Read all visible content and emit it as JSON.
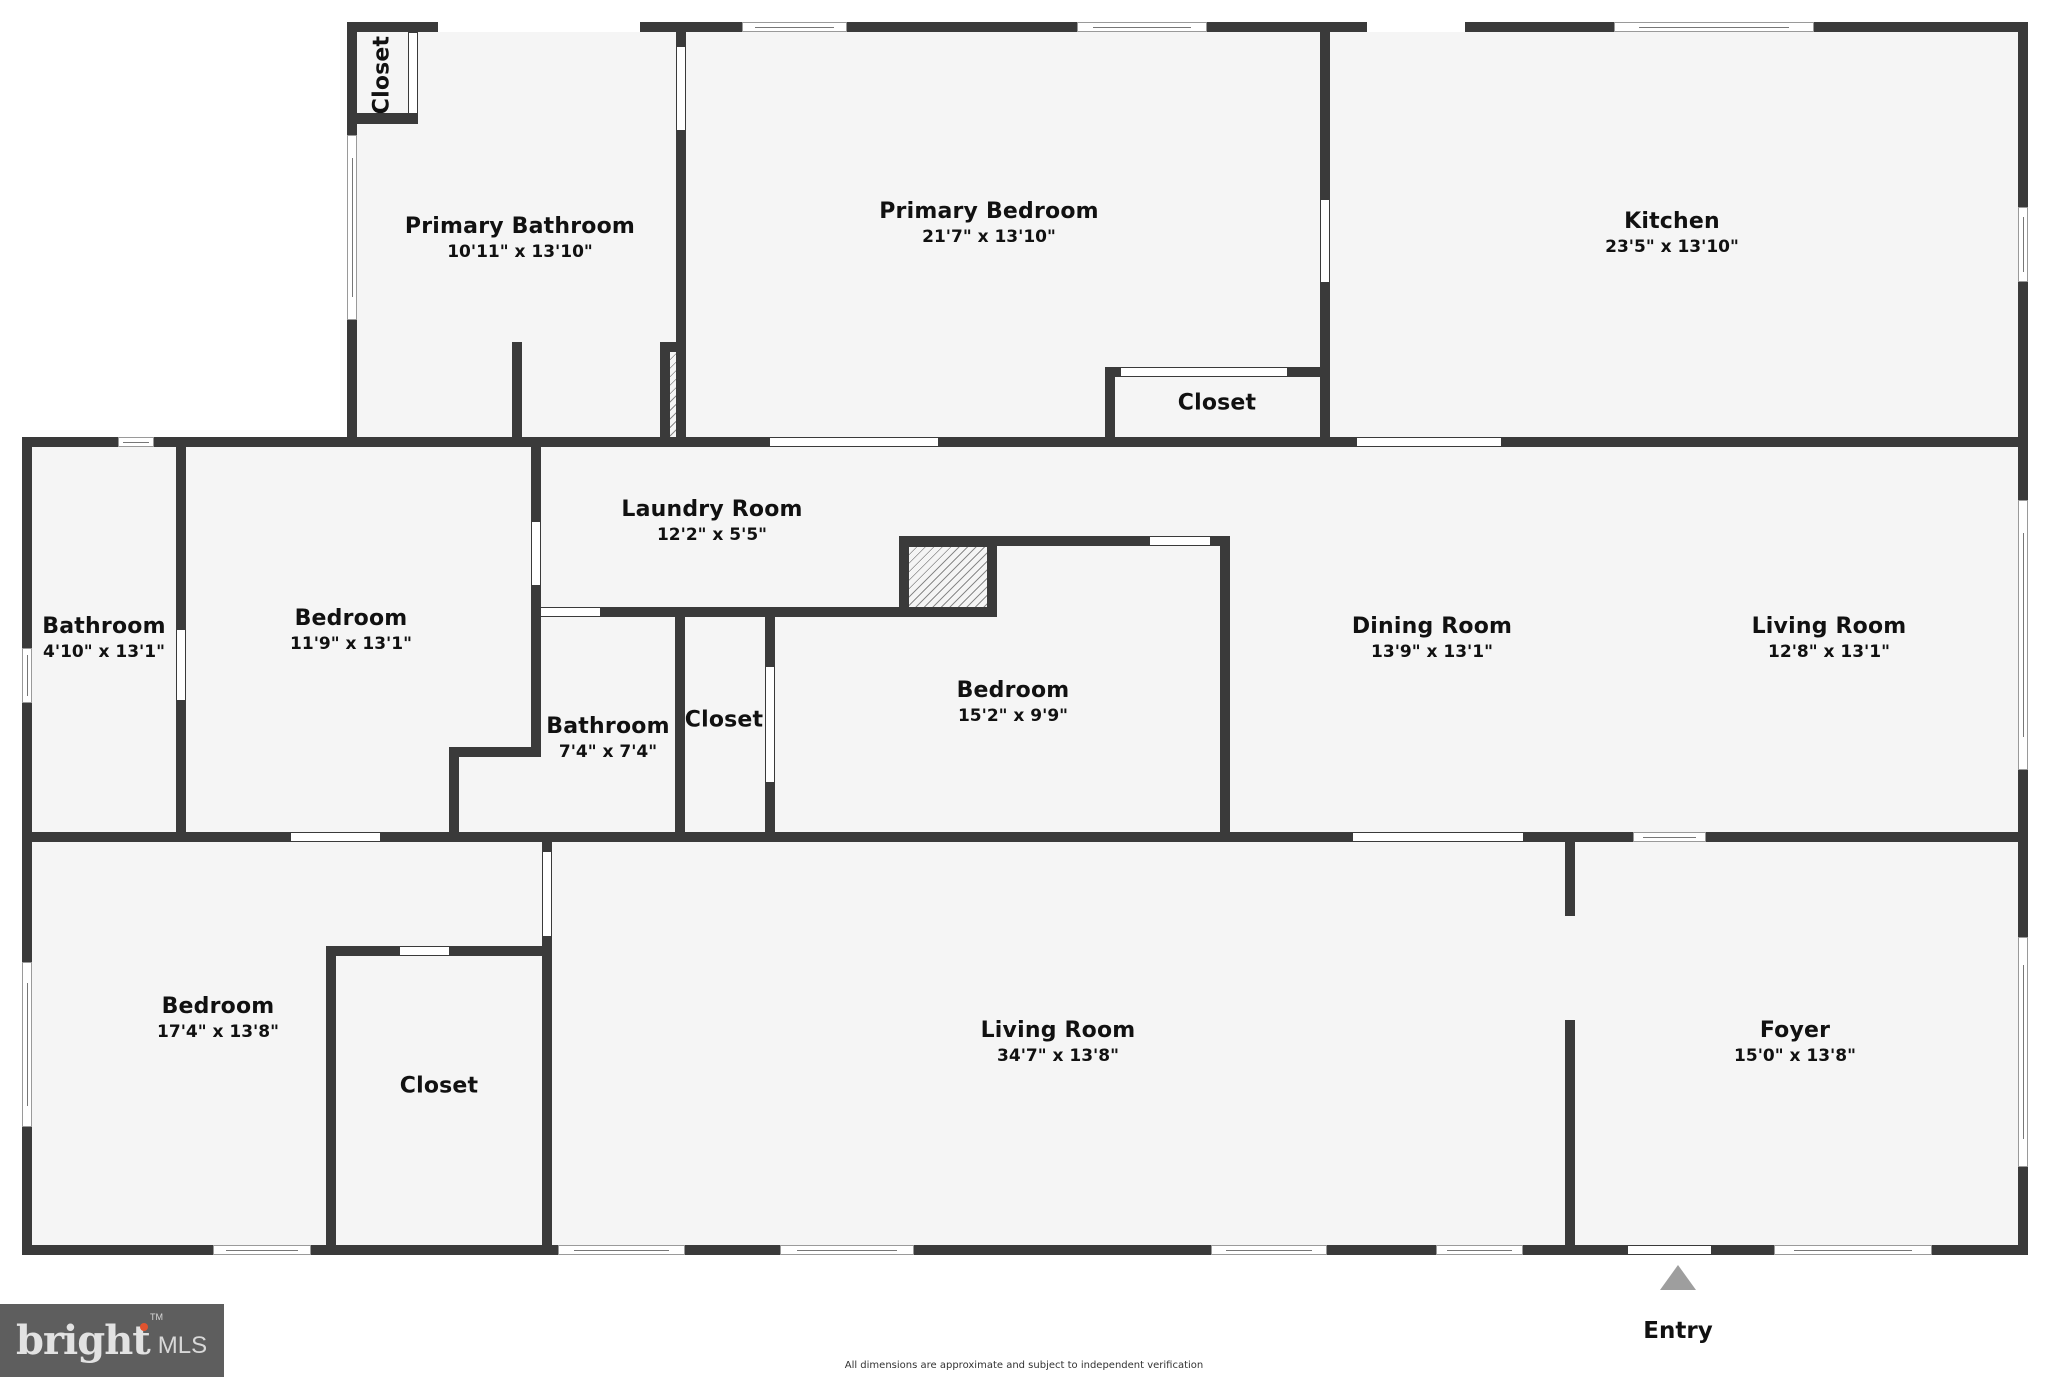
{
  "floorplan": {
    "rooms": [
      {
        "name": "Closet",
        "dims": "",
        "orientation": "vertical"
      },
      {
        "name": "Primary Bathroom",
        "dims": "10'11\" x 13'10\""
      },
      {
        "name": "Primary Bedroom",
        "dims": "21'7\" x 13'10\""
      },
      {
        "name": "Kitchen",
        "dims": "23'5\" x 13'10\""
      },
      {
        "name": "Closet",
        "dims": ""
      },
      {
        "name": "Bathroom",
        "dims": "4'10\" x 13'1\""
      },
      {
        "name": "Bedroom",
        "dims": "11'9\" x 13'1\""
      },
      {
        "name": "Laundry Room",
        "dims": "12'2\" x 5'5\""
      },
      {
        "name": "Bathroom",
        "dims": "7'4\" x 7'4\""
      },
      {
        "name": "Closet",
        "dims": ""
      },
      {
        "name": "Bedroom",
        "dims": "15'2\" x 9'9\""
      },
      {
        "name": "Dining Room",
        "dims": "13'9\" x 13'1\""
      },
      {
        "name": "Living Room",
        "dims": "12'8\" x 13'1\""
      },
      {
        "name": "Bedroom",
        "dims": "17'4\" x 13'8\""
      },
      {
        "name": "Closet",
        "dims": ""
      },
      {
        "name": "Living Room",
        "dims": "34'7\" x 13'8\""
      },
      {
        "name": "Foyer",
        "dims": "15'0\" x 13'8\""
      }
    ],
    "entry_label": "Entry",
    "disclaimer": "All dimensions are approximate and subject to independent verification"
  },
  "logo": {
    "brand": "bright",
    "suffix": "MLS",
    "trademark": "TM",
    "accent_color": "#e0532f"
  },
  "colors": {
    "wall": "#3a3a3a",
    "floor": "#f5f5f5",
    "entry_arrow": "#9e9e9e"
  }
}
